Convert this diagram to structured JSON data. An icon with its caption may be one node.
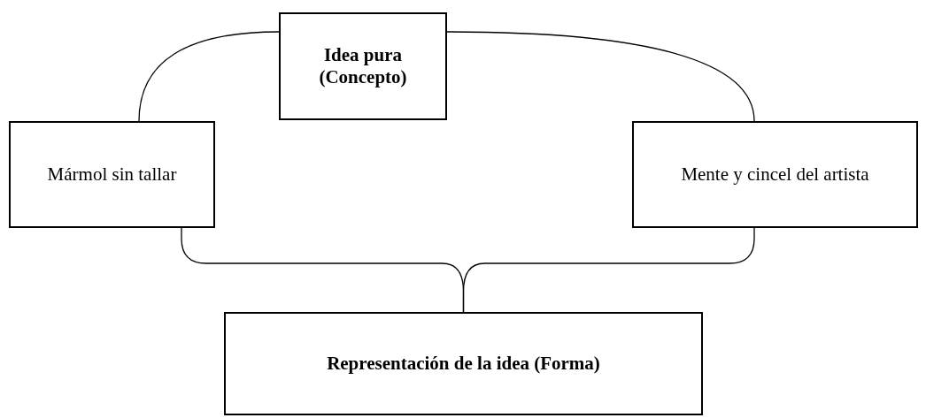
{
  "diagram": {
    "nodes": [
      {
        "text": [
          "Idea pura (Concepto)"
        ]
      },
      {
        "text": [
          "Mármol sin tallar"
        ]
      },
      {
        "text": [
          "Mente y cincel del artista"
        ]
      },
      {
        "text": [
          "Representación de la idea (Forma)"
        ]
      }
    ],
    "edges": [
      {
        "from": 1,
        "to": 0,
        "arrow": "none"
      },
      {
        "from": 2,
        "to": 0,
        "arrow": "none"
      },
      {
        "from": 1,
        "to": 3,
        "arrow": "none"
      },
      {
        "from": 2,
        "to": 3,
        "arrow": "none"
      }
    ]
  }
}
